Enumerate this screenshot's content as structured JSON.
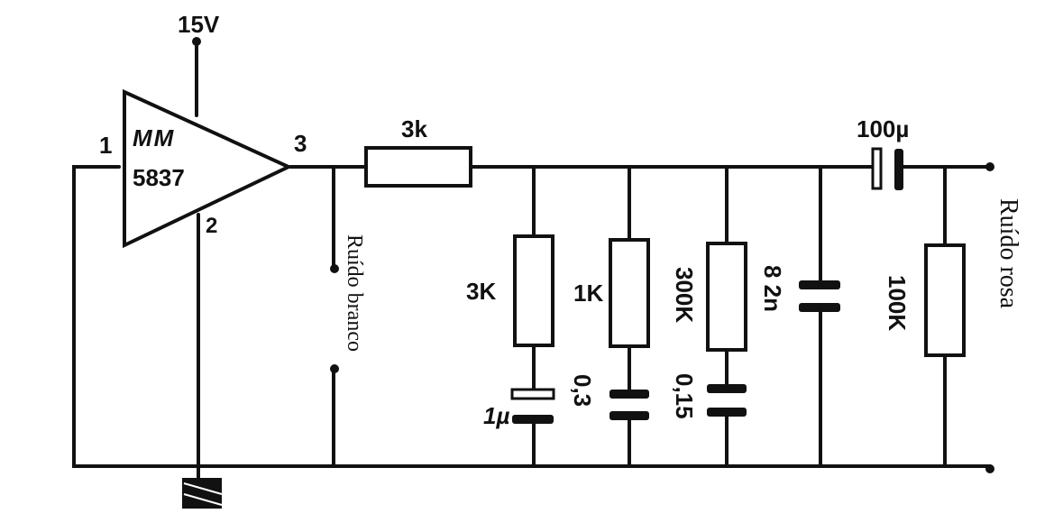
{
  "supply": "15V",
  "ic": {
    "line1": "MM",
    "line2": "5837",
    "pin1": "1",
    "pin2": "2",
    "pin3": "3"
  },
  "resistors": {
    "series": "3k",
    "r1": "3K",
    "r2": "1K",
    "r3": "300K",
    "load": "100K"
  },
  "capacitors": {
    "c1": "1µ",
    "c2": "0,3",
    "c3": "0,15",
    "c4": "8 2n",
    "coupling": "100µ"
  },
  "outputs": {
    "white": "Ruído branco",
    "pink": "Ruído rosa"
  }
}
